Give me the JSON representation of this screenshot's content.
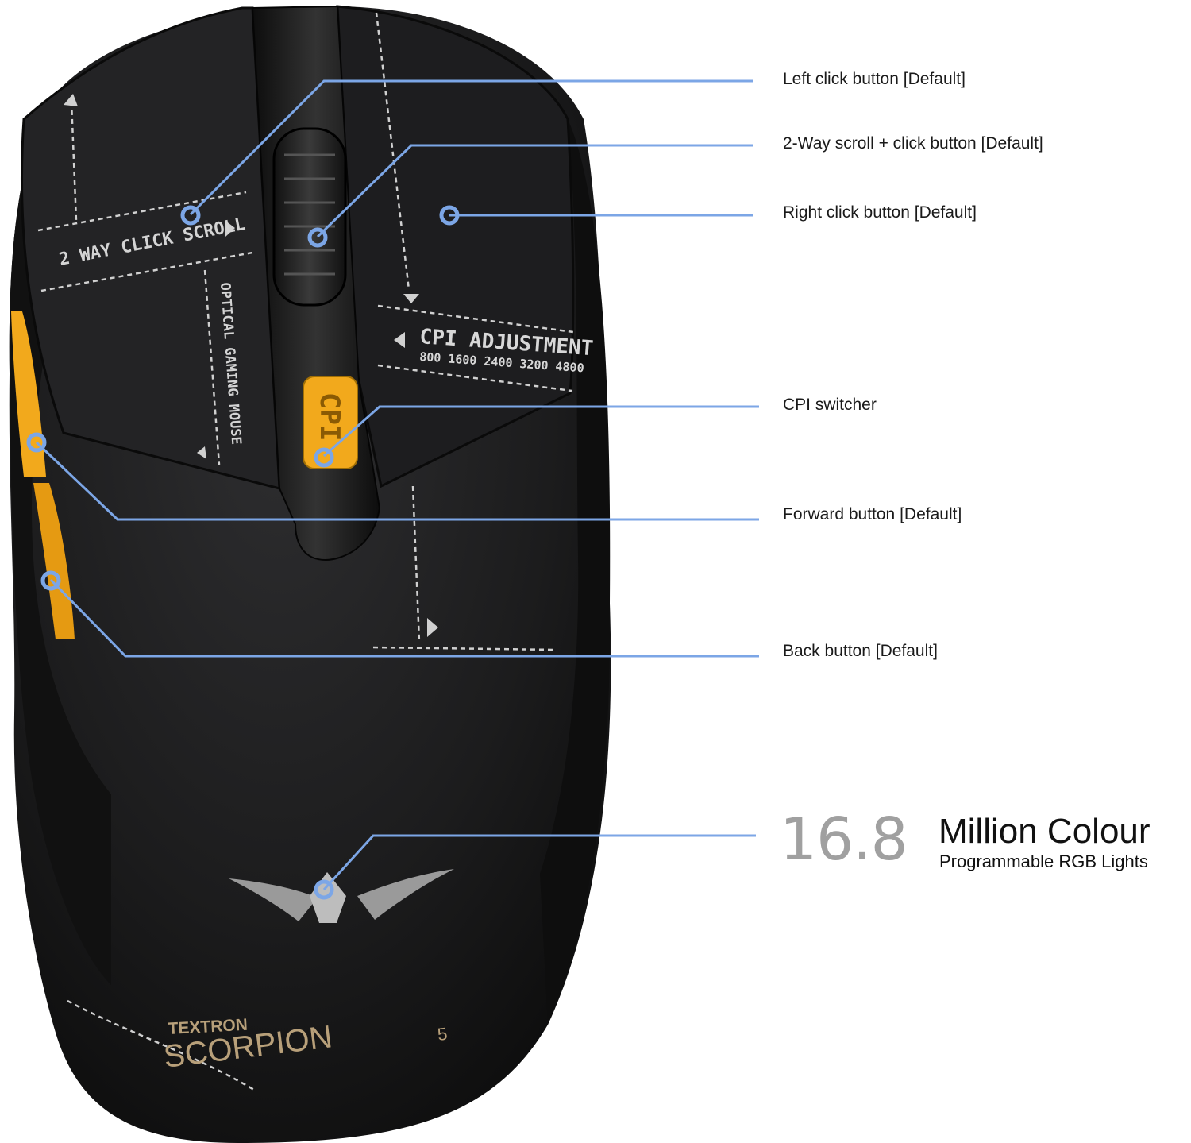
{
  "callouts": [
    {
      "label": "Left click button [Default]"
    },
    {
      "label": "2-Way scroll + click button [Default]"
    },
    {
      "label": "Right click button [Default]"
    },
    {
      "label": "CPI switcher"
    },
    {
      "label": "Forward button [Default]"
    },
    {
      "label": "Back button [Default]"
    }
  ],
  "rgb_feature": {
    "number": "16.8",
    "title": "Million Colour",
    "subtitle": "Programmable RGB Lights"
  },
  "mouse_markings": {
    "click_scroll": "2 WAY CLICK SCROLL",
    "optical": "OPTICAL GAMING MOUSE",
    "cpi_heading": "CPI ADJUSTMENT",
    "cpi_values": "800 1600 2400 3200 4800",
    "cpi_button": "CPI",
    "brand_top": "TEXTRON",
    "brand_main": "SCORPION",
    "brand_sup": "5"
  },
  "colors": {
    "callout_line": "#7ca6e6",
    "mouse_body": "#1b1b1c",
    "accent_yellow": "#f2a91c",
    "marking_gray": "#c8c8c8",
    "logo_gold": "#b8a07a"
  }
}
